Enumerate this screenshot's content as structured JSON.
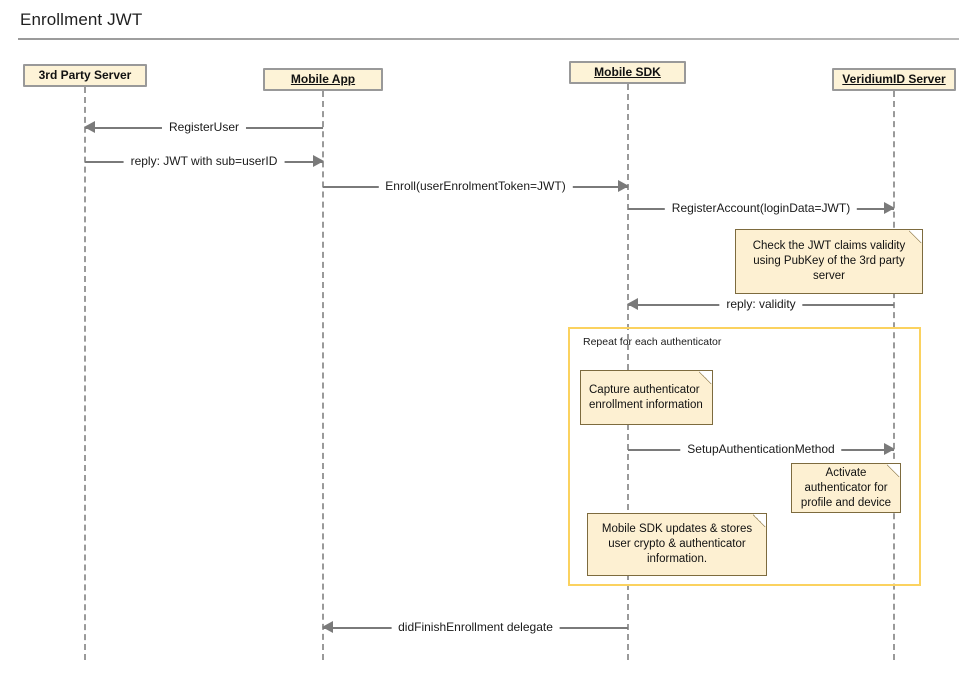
{
  "diagram": {
    "title": "Enrollment JWT",
    "type": "uml-sequence-diagram",
    "colors": {
      "participant_fill": "#fdf3d7",
      "participant_border": "#999999",
      "note_fill": "#fdf0d2",
      "note_border": "#7d6b3e",
      "fragment_border": "#fbd25f",
      "lifeline": "#9a9a9a",
      "message_line": "#7a7a7a"
    }
  },
  "participants": [
    {
      "id": "third-party-server",
      "label": "3rd Party Server",
      "underlined": false
    },
    {
      "id": "mobile-app",
      "label": "Mobile App",
      "underlined": true
    },
    {
      "id": "mobile-sdk",
      "label": "Mobile SDK",
      "underlined": true
    },
    {
      "id": "veridiumid-server",
      "label": "VeridiumID Server",
      "underlined": true
    }
  ],
  "messages": [
    {
      "id": "register-user",
      "label": "RegisterUser",
      "from": "mobile-app",
      "to": "third-party-server",
      "direction": "left"
    },
    {
      "id": "reply-jwt",
      "label": "reply: JWT with sub=userID",
      "from": "third-party-server",
      "to": "mobile-app",
      "direction": "right"
    },
    {
      "id": "enroll",
      "label": "Enroll(userEnrolmentToken=JWT)",
      "from": "mobile-app",
      "to": "mobile-sdk",
      "direction": "right"
    },
    {
      "id": "register-account",
      "label": "RegisterAccount(loginData=JWT)",
      "from": "mobile-sdk",
      "to": "veridiumid-server",
      "direction": "right"
    },
    {
      "id": "reply-validity",
      "label": "reply: validity",
      "from": "veridiumid-server",
      "to": "mobile-sdk",
      "direction": "left"
    },
    {
      "id": "setup-authentication-method",
      "label": "SetupAuthenticationMethod",
      "from": "mobile-sdk",
      "to": "veridiumid-server",
      "direction": "right"
    },
    {
      "id": "did-finish-enrollment",
      "label": "didFinishEnrollment delegate",
      "from": "mobile-sdk",
      "to": "mobile-app",
      "direction": "left"
    }
  ],
  "notes": [
    {
      "id": "note-check-jwt",
      "text": "Check the JWT claims validity using PubKey of the 3rd party server",
      "align": "center"
    },
    {
      "id": "note-capture-authenticator",
      "text": "Capture authenticator enrollment information",
      "align": "left"
    },
    {
      "id": "note-activate-authenticator",
      "text": "Activate authenticator for profile and device",
      "align": "center"
    },
    {
      "id": "note-mobile-sdk-updates",
      "text": "Mobile SDK updates & stores user crypto & authenticator information.",
      "align": "center"
    }
  ],
  "fragments": [
    {
      "id": "loop-authenticator",
      "label": "Repeat for each authenticator"
    }
  ]
}
